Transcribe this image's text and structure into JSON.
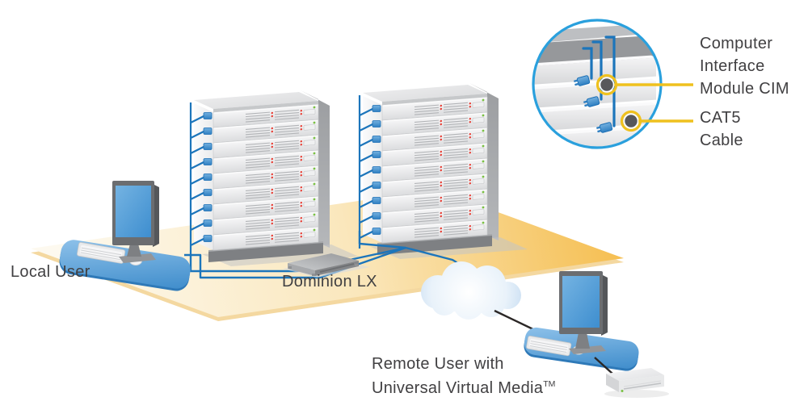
{
  "diagram": {
    "title_hint": "KVM-over-IP topology",
    "labels": {
      "local_user": "Local User",
      "dominion_lx": "Dominion LX",
      "remote_user": {
        "line1": "Remote User with",
        "line2": "Universal Virtual Media",
        "trademark": "TM"
      },
      "callout": {
        "cim": {
          "line1": "Computer",
          "line2": "Interface",
          "line3": "Module CIM"
        },
        "cat5": {
          "line1": "CAT5",
          "line2": "Cable"
        }
      }
    },
    "racks": {
      "count": 2,
      "servers_per_rack": 9
    },
    "colors": {
      "cable_blue": "#1C75BB",
      "callout_ring_blue": "#2AA0DD",
      "annotation_yellow": "#EFC11E",
      "floor_orange": "#F5BC4A",
      "floor_cream": "#FDF9EF",
      "mat_blue": "#4E97D4",
      "screen_blue": "#4F9BD7",
      "text_gray": "#414042",
      "led_red": "#E8392F",
      "led_green": "#7AC143"
    }
  }
}
